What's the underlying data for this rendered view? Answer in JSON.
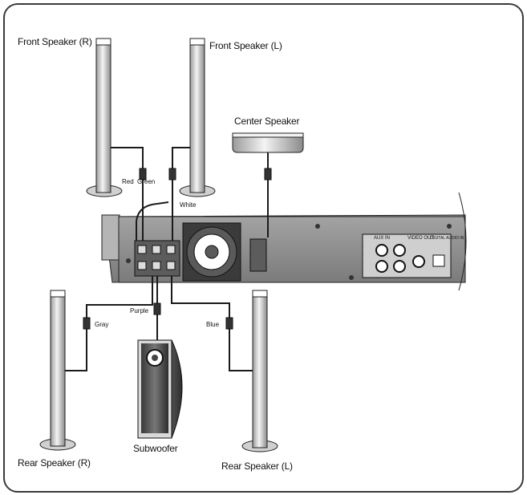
{
  "speakers": {
    "front_right": "Front Speaker (R)",
    "front_left": "Front Speaker (L)",
    "center": "Center Speaker",
    "rear_right": "Rear Speaker (R)",
    "rear_left": "Rear Speaker (L)",
    "subwoofer": "Subwoofer"
  },
  "wires": {
    "red": "Red",
    "green": "Green",
    "white": "White",
    "purple": "Purple",
    "gray": "Gray",
    "blue": "Blue"
  },
  "panel": {
    "aux": "AUX IN",
    "video_out": "VIDEO OUT",
    "digital_audio": "DIGITAL AUDIO IN"
  },
  "colors": {
    "line": "#1a1a1a",
    "speaker_fill": "#e6e6e6",
    "panel_fill": "#8e8e8e"
  }
}
